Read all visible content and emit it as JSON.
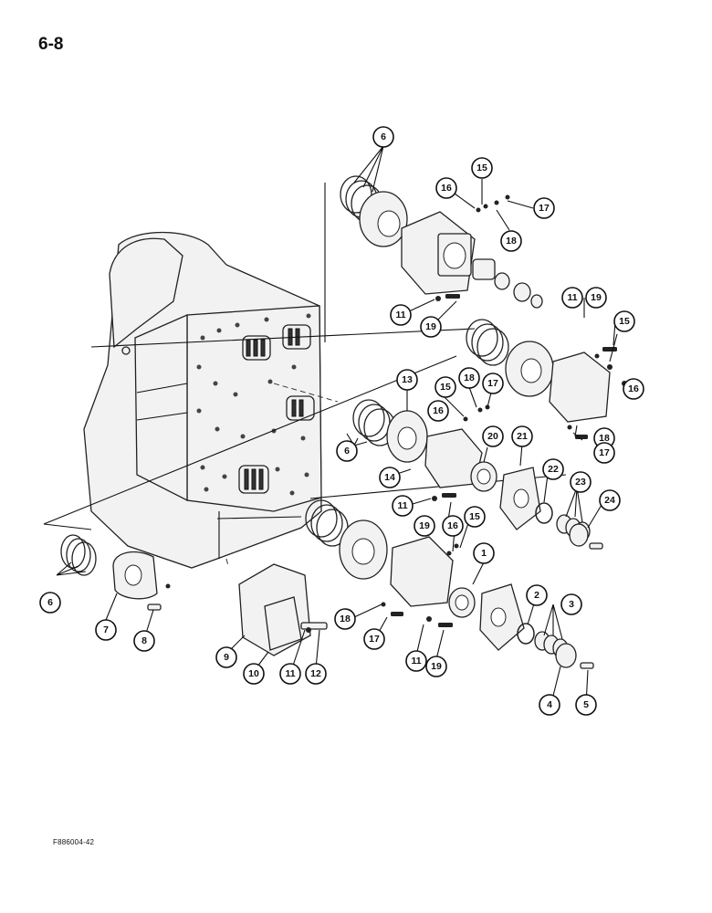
{
  "page": {
    "number": "6-8",
    "figure_code": "F886004-42"
  },
  "callouts": {
    "c1": "1",
    "c2": "2",
    "c3": "3",
    "c4": "4",
    "c5": "5",
    "c6a": "6",
    "c6b": "6",
    "c6c": "6",
    "c7": "7",
    "c8": "8",
    "c9": "9",
    "c10": "10",
    "c11a": "11",
    "c11b": "11",
    "c11c": "11",
    "c11d": "11",
    "c11e": "11",
    "c12": "12",
    "c13": "13",
    "c14": "14",
    "c15a": "15",
    "c15b": "15",
    "c15c": "15",
    "c15d": "15",
    "c16a": "16",
    "c16b": "16",
    "c16c": "16",
    "c16d": "16",
    "c17a": "17",
    "c17b": "17",
    "c17c": "17",
    "c17d": "17",
    "c18a": "18",
    "c18b": "18",
    "c18c": "18",
    "c18d": "18",
    "c19a": "19",
    "c19b": "19",
    "c19c": "19",
    "c19d": "19",
    "c20": "20",
    "c21": "21",
    "c22": "22",
    "c23": "23",
    "c24": "24"
  }
}
